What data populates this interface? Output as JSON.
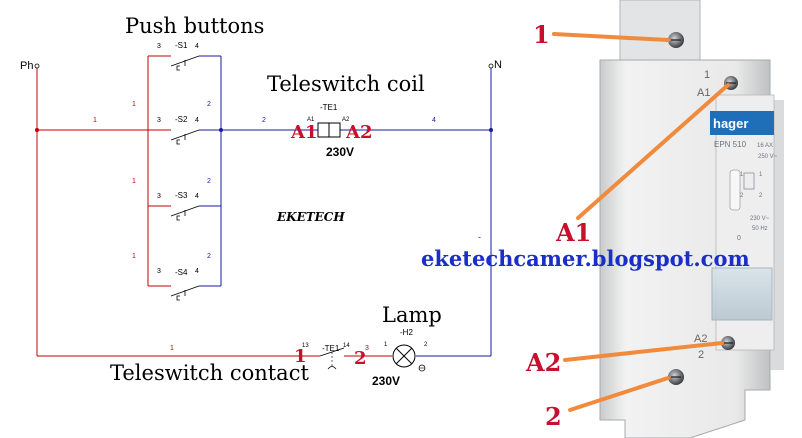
{
  "labels": {
    "push_buttons": "Push buttons",
    "teleswitch_coil": "Teleswitch coil",
    "teleswitch_contact": "Teleswitch contact",
    "lamp": "Lamp",
    "phase": "Ph",
    "neutral": "N",
    "watermark": "EKETECH",
    "blog_url": "eketechcamer.blogspot.com"
  },
  "buttons": [
    {
      "ref": "-S1",
      "t3": "3",
      "t4": "4"
    },
    {
      "ref": "-S2",
      "t3": "3",
      "t4": "4"
    },
    {
      "ref": "-S3",
      "t3": "3",
      "t4": "4"
    },
    {
      "ref": "-S4",
      "t3": "3",
      "t4": "4"
    }
  ],
  "coil": {
    "ref": "-TE1",
    "a1_small": "A1",
    "a2_small": "A2",
    "a1": "A1",
    "a2": "A2",
    "voltage": "230V"
  },
  "contact": {
    "ref": "-TE1",
    "t13": "13",
    "t14": "14",
    "n1": "1",
    "n2": "2"
  },
  "lamp_sym": {
    "ref": "-H2",
    "t1": "1",
    "t2": "2",
    "voltage": "230V"
  },
  "wire_numbers": {
    "w1_main": "1",
    "w1_b": "1",
    "w1_c": "1",
    "w1_d": "1",
    "w1_bottom": "1",
    "w2_coil": "2",
    "w2_b": "2",
    "w2_c": "2",
    "w2_d": "2",
    "w3": "3",
    "w4": "4"
  },
  "device": {
    "brand": "hager",
    "model": "EPN 510",
    "rating": "16 AX",
    "voltage_line": "250 V~",
    "coil_voltage": "230 V~",
    "freq": "50 Hz",
    "sym_a1": "A1",
    "sym_a2": "A2",
    "sym_1": "1",
    "sym_2": "2",
    "top_term_num": "1",
    "top_term_a1": "A1",
    "bot_term_a2": "A2",
    "bot_term_num": "2",
    "led_mark": "0"
  },
  "callouts": {
    "c1": "1",
    "cA1": "A1",
    "cA2": "A2",
    "c2": "2"
  },
  "colors": {
    "phase_wire": "#c00000",
    "control_wire": "#1a1aa0",
    "callout": "#c8102e",
    "blog": "#1b2fc7",
    "callout_arrow": "#f08a3c",
    "hager_blue": "#1f6fb8"
  }
}
